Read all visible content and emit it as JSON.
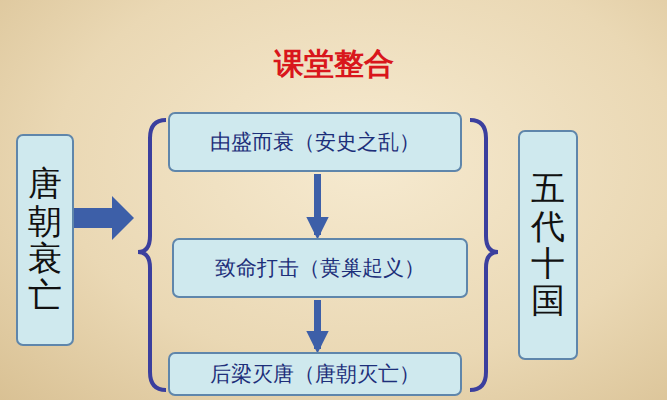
{
  "diagram": {
    "title": "课堂整合",
    "nodes": [
      {
        "text": [
          "唐朝衰亡"
        ]
      },
      {
        "text": [
          "由盛而衰（安史之乱）"
        ]
      },
      {
        "text": [
          "致命打击（黄巢起义）"
        ]
      },
      {
        "text": [
          "后梁灭唐（唐朝灭亡）"
        ]
      },
      {
        "text": [
          "五代十国"
        ]
      }
    ],
    "edges": [
      {
        "from": 1,
        "to": 2,
        "arrow": "to"
      },
      {
        "from": 2,
        "to": 3,
        "arrow": "to"
      }
    ]
  }
}
